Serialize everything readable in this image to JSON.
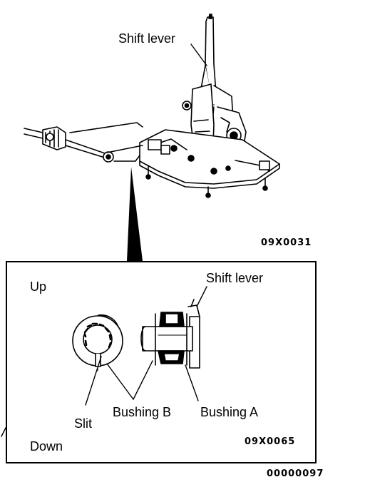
{
  "upper_view": {
    "label_shift_lever": "Shift lever",
    "figure_code": "09X0031"
  },
  "detail_view": {
    "label_up": "Up",
    "label_down": "Down",
    "label_shift_lever": "Shift lever",
    "label_slit": "Slit",
    "label_bushing_b": "Bushing B",
    "label_bushing_a": "Bushing A",
    "figure_code": "09X0065"
  },
  "page_code": "00000097"
}
